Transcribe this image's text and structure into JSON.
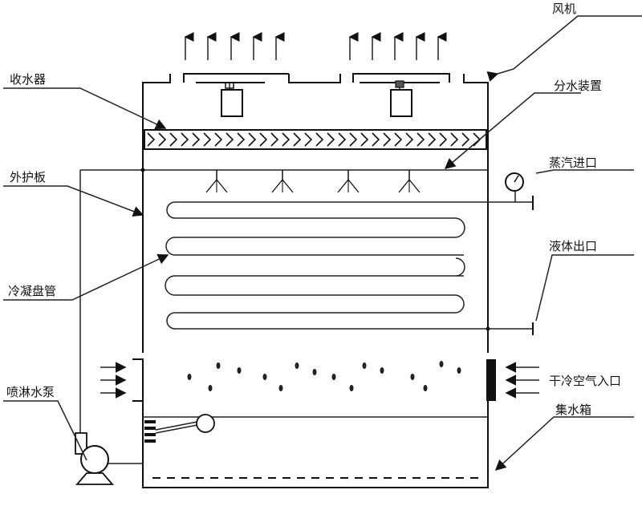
{
  "labels": {
    "fan": "风机",
    "drift_eliminator": "收水器",
    "water_distributor": "分水装置",
    "outer_panel": "外护板",
    "steam_inlet": "蒸汽进口",
    "condensing_coil": "冷凝盘管",
    "liquid_outlet": "液体出口",
    "spray_pump": "喷淋水泵",
    "dry_cold_air_inlet": "干冷空气入口",
    "water_collection_tank": "集水箱"
  },
  "colors": {
    "line": "#111111",
    "background": "#ffffff"
  },
  "icons": {
    "pressure_gauge": "pressure-gauge-icon",
    "float_valve": "float-valve-icon",
    "pump": "pump-icon"
  }
}
